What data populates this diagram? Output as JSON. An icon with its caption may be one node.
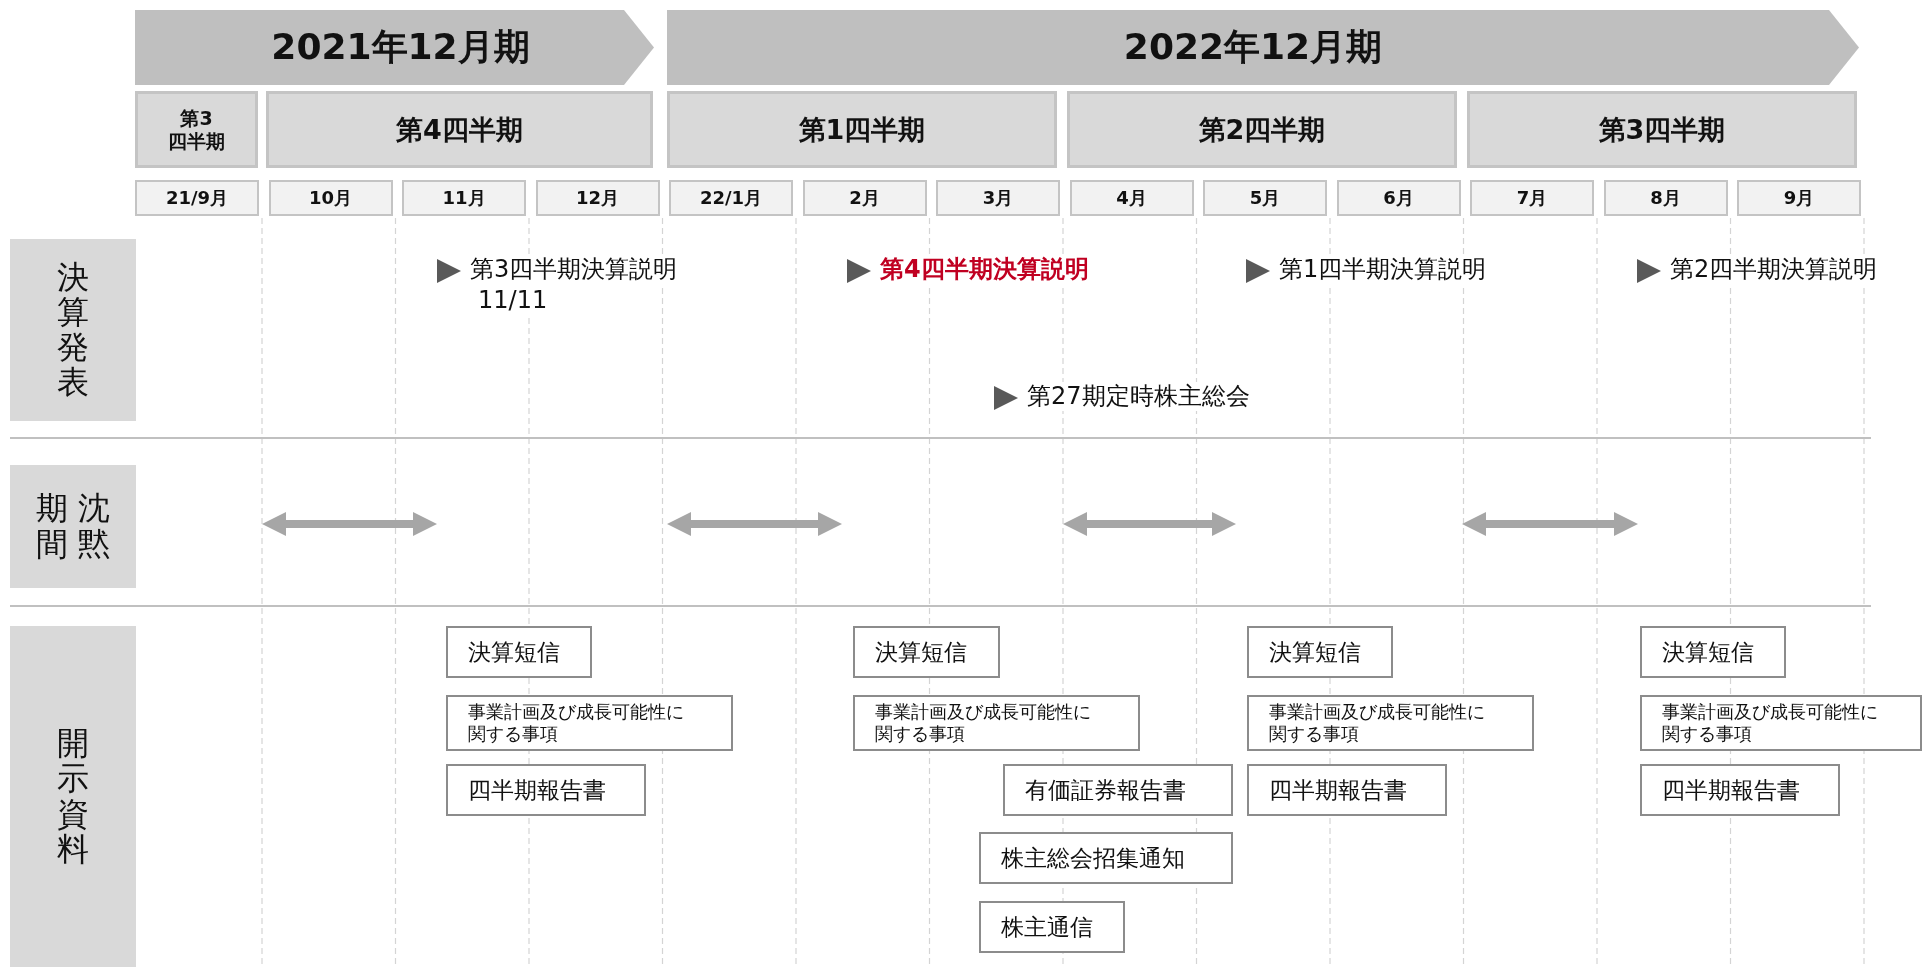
{
  "diagram": {
    "nodes": [
      {
        "text": [
          "2021年12月期"
        ]
      },
      {
        "text": [
          "2022年12月期"
        ]
      },
      {
        "text": [
          "第3四半期"
        ]
      },
      {
        "text": [
          "第4四半期"
        ]
      },
      {
        "text": [
          "第1四半期"
        ]
      },
      {
        "text": [
          "第2四半期"
        ]
      },
      {
        "text": [
          "第3四半期"
        ]
      },
      {
        "text": [
          "21/9月"
        ]
      },
      {
        "text": [
          "10月"
        ]
      },
      {
        "text": [
          "11月"
        ]
      },
      {
        "text": [
          "12月"
        ]
      },
      {
        "text": [
          "22/1月"
        ]
      },
      {
        "text": [
          "2月"
        ]
      },
      {
        "text": [
          "3月"
        ]
      },
      {
        "text": [
          "4月"
        ]
      },
      {
        "text": [
          "5月"
        ]
      },
      {
        "text": [
          "6月"
        ]
      },
      {
        "text": [
          "7月"
        ]
      },
      {
        "text": [
          "8月"
        ]
      },
      {
        "text": [
          "9月"
        ]
      },
      {
        "text": [
          "決算発表"
        ]
      },
      {
        "text": [
          "沈黙期間"
        ]
      },
      {
        "text": [
          "開示資料"
        ]
      },
      {
        "text": [
          "決算短信"
        ]
      },
      {
        "text": [
          "事業計画及び成長可能性に関する事項"
        ]
      },
      {
        "text": [
          "四半期報告書"
        ]
      },
      {
        "text": [
          "決算短信"
        ]
      },
      {
        "text": [
          "事業計画及び成長可能性に関する事項"
        ]
      },
      {
        "text": [
          "有価証券報告書"
        ]
      },
      {
        "text": [
          "株主総会招集通知"
        ]
      },
      {
        "text": [
          "株主通信"
        ]
      },
      {
        "text": [
          "決算短信"
        ]
      },
      {
        "text": [
          "事業計画及び成長可能性に関する事項"
        ]
      },
      {
        "text": [
          "四半期報告書"
        ]
      },
      {
        "text": [
          "決算短信"
        ]
      },
      {
        "text": [
          "事業計画及び成長可能性に関する事項"
        ]
      },
      {
        "text": [
          "四半期報告書"
        ]
      }
    ],
    "labels": [
      "第3四半期決算説明",
      "11/11",
      "第4四半期決算説明",
      "第1四半期決算説明",
      "第2四半期決算説明",
      "第27期定時株主総会"
    ]
  }
}
